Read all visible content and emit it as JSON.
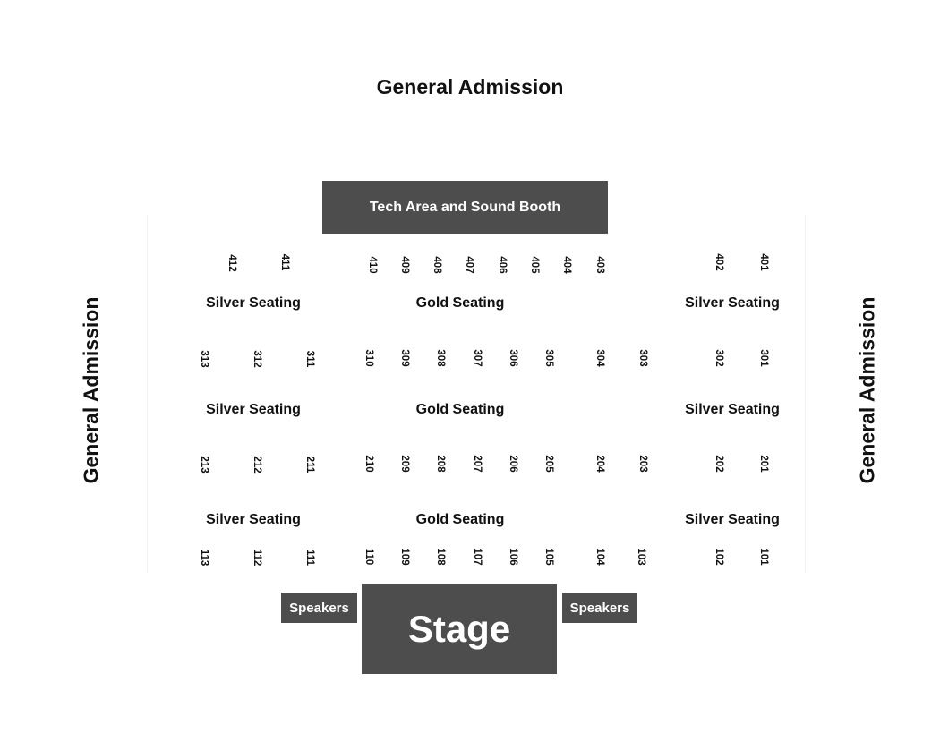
{
  "general_admission": {
    "top": "General Admission",
    "left": "General Admission",
    "right": "General Admission"
  },
  "tech_booth": "Tech Area and Sound Booth",
  "stage": "Stage",
  "speakers": {
    "left": "Speakers",
    "right": "Speakers"
  },
  "sections": {
    "row4": {
      "left": "Silver Seating",
      "center": "Gold Seating",
      "right": "Silver Seating"
    },
    "row3": {
      "left": "Silver Seating",
      "center": "Gold Seating",
      "right": "Silver Seating"
    },
    "row2": {
      "left": "Silver Seating",
      "center": "Gold Seating",
      "right": "Silver Seating"
    }
  },
  "seats": {
    "row400": [
      "412",
      "411",
      "410",
      "409",
      "408",
      "407",
      "406",
      "405",
      "404",
      "403",
      "402",
      "401"
    ],
    "row300": [
      "313",
      "312",
      "311",
      "310",
      "309",
      "308",
      "307",
      "306",
      "305",
      "304",
      "303",
      "302",
      "301"
    ],
    "row200": [
      "213",
      "212",
      "211",
      "210",
      "209",
      "208",
      "207",
      "206",
      "205",
      "204",
      "203",
      "202",
      "201"
    ],
    "row100": [
      "113",
      "112",
      "111",
      "110",
      "109",
      "108",
      "107",
      "106",
      "105",
      "104",
      "103",
      "102",
      "101"
    ]
  }
}
